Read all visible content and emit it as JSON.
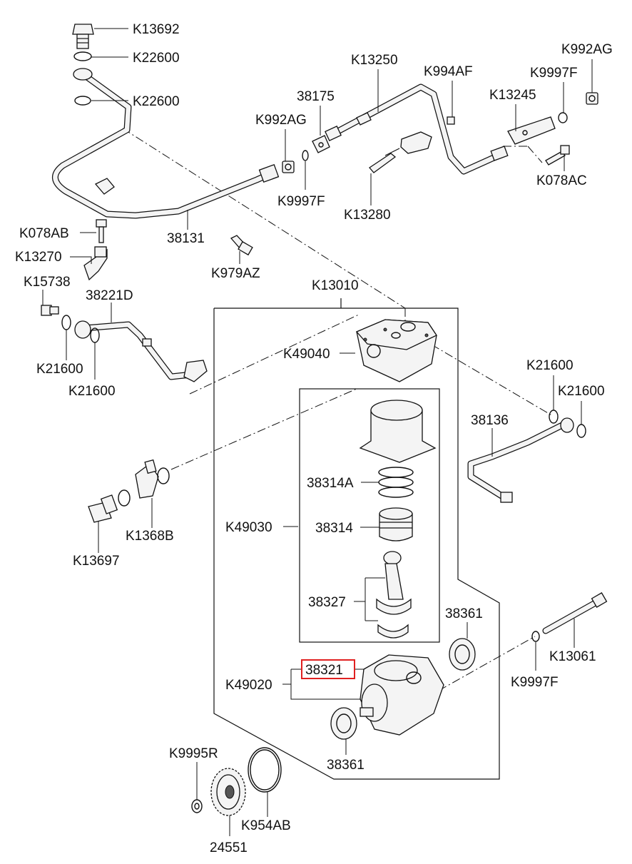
{
  "labels": {
    "k13692": "K13692",
    "k22600a": "K22600",
    "k22600b": "K22600",
    "k13250": "K13250",
    "k992ag_top": "K992AG",
    "k994af": "K994AF",
    "k9997f_top": "K9997F",
    "k38175": "38175",
    "k13245": "K13245",
    "k992ag_mid": "K992AG",
    "k078ac": "K078AC",
    "k9997f_mid": "K9997F",
    "k13280": "K13280",
    "k078ab": "K078AB",
    "k38131": "38131",
    "k13270": "K13270",
    "k979az": "K979AZ",
    "k15738": "K15738",
    "k38221d": "38221D",
    "k13010": "K13010",
    "k49040": "K49040",
    "k21600a": "K21600",
    "k21600b": "K21600",
    "k21600c": "K21600",
    "k21600d": "K21600",
    "k38136": "38136",
    "k38314a": "38314A",
    "k49030": "K49030",
    "k38314": "38314",
    "k13697": "K13697",
    "k1368b": "K1368B",
    "k38327": "38327",
    "k38361a": "38361",
    "k13061": "K13061",
    "k38321": "38321",
    "k49020": "K49020",
    "k9997f_low": "K9997F",
    "k38361b": "38361",
    "k9995r": "K9995R",
    "k954ab": "K954AB",
    "k24551": "24551"
  },
  "highlight": {
    "part": "38321",
    "color": "#e02020"
  }
}
